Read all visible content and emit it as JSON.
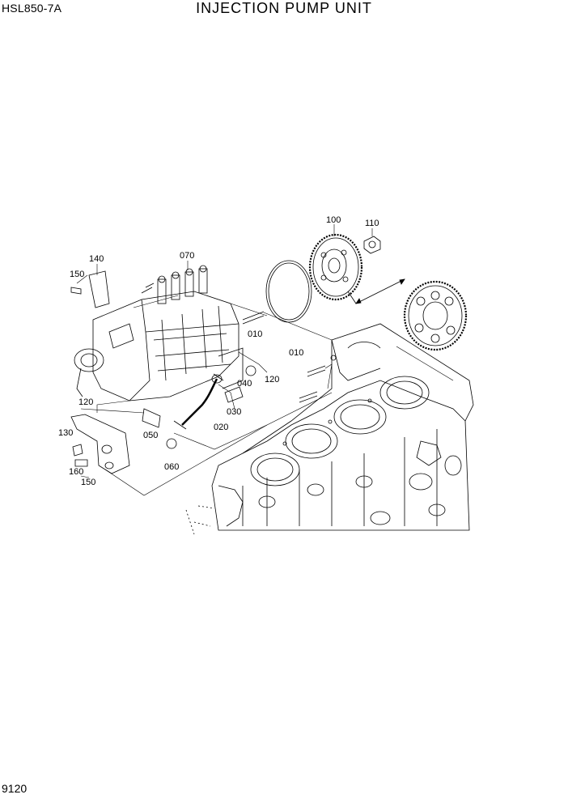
{
  "header": {
    "model": "HSL850-7A",
    "title": "INJECTION PUMP UNIT"
  },
  "footer": {
    "page_number": "9120"
  },
  "callouts": {
    "c100": "100",
    "c110": "110",
    "c140": "140",
    "c070": "070",
    "c150a": "150",
    "c010a": "010",
    "c010b": "010",
    "c120a": "120",
    "c040": "040",
    "c030": "030",
    "c120b": "120",
    "c130": "130",
    "c050": "050",
    "c020": "020",
    "c060": "060",
    "c160": "160",
    "c150b": "150"
  }
}
